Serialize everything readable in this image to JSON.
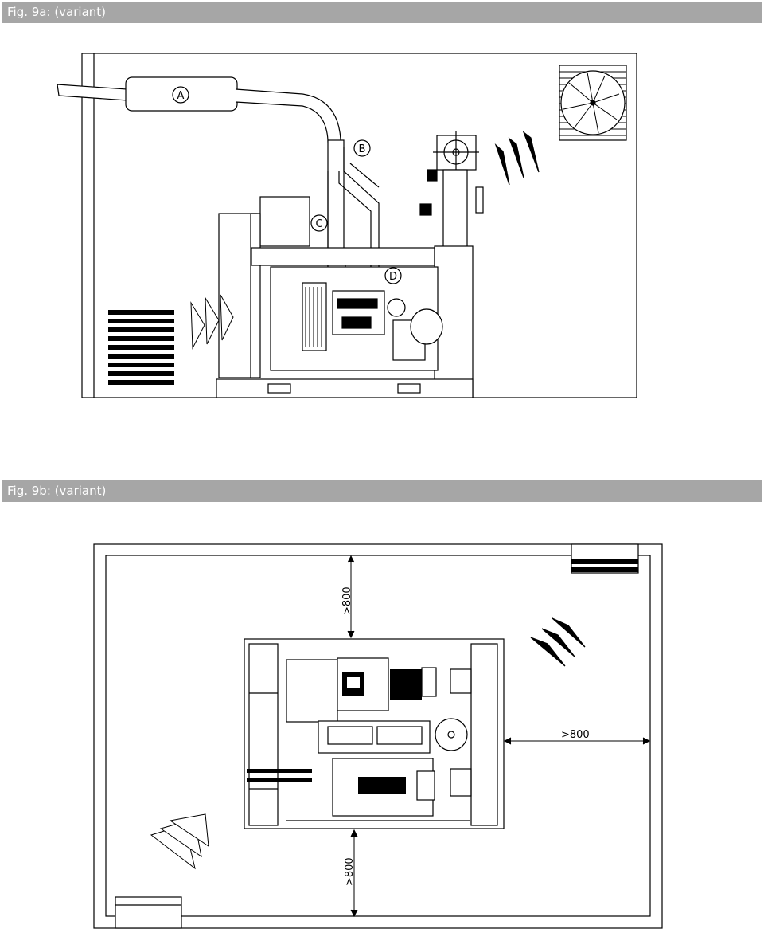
{
  "fig_9a": {
    "header": "Fig. 9a:  (variant)",
    "labels": {
      "a": "A",
      "b": "B",
      "c": "C",
      "d": "D"
    }
  },
  "fig_9b": {
    "header": "Fig. 9b: (variant)",
    "dimensions": {
      "top": ">800",
      "right": ">800",
      "bottom": ">800"
    }
  }
}
